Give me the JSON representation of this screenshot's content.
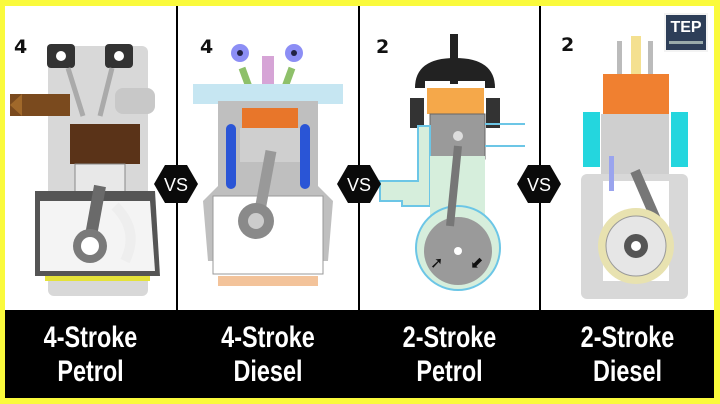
{
  "panels": [
    {
      "stroke_number": "4",
      "label_line1": "4-Stroke",
      "label_line2": "Petrol"
    },
    {
      "stroke_number": "4",
      "label_line1": "4-Stroke",
      "label_line2": "Diesel"
    },
    {
      "stroke_number": "2",
      "label_line1": "2-Stroke",
      "label_line2": "Petrol"
    },
    {
      "stroke_number": "2",
      "label_line1": "2-Stroke",
      "label_line2": "Diesel"
    }
  ],
  "versus": [
    "VS",
    "VS",
    "VS"
  ],
  "logo": {
    "text": "TEP"
  },
  "colors": {
    "border": "#fafa3c",
    "label_bg": "#000000",
    "label_text": "#ffffff"
  }
}
